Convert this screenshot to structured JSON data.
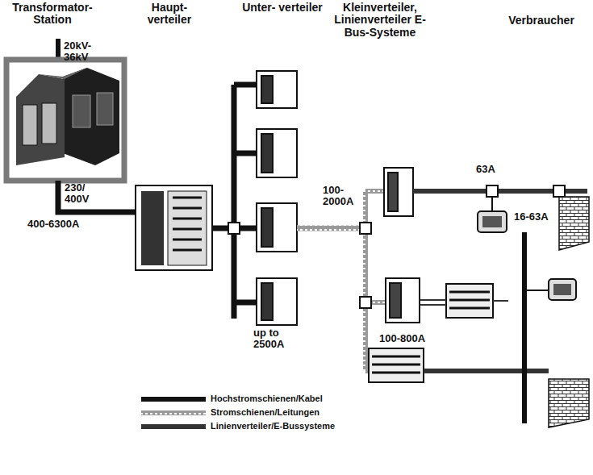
{
  "diagram": {
    "labels": [
      "Transformator- Station",
      "Haupt- verteiler",
      "Unter- verteiler",
      "Kleinverteiler, Linienverteiler E-Bus-Systeme",
      "Verbraucher",
      "20kV- 36kV",
      "230/ 400V",
      "400-6300A",
      "100- 2000A",
      "63A",
      "up to 2500A",
      "100-800A",
      "16-63A"
    ],
    "legend": [
      {
        "text": "Hochstromschienen/Kabel"
      },
      {
        "text": "Stromschienen/Leitungen"
      },
      {
        "text": "Linienverteiler/E-Bussysteme"
      }
    ]
  }
}
